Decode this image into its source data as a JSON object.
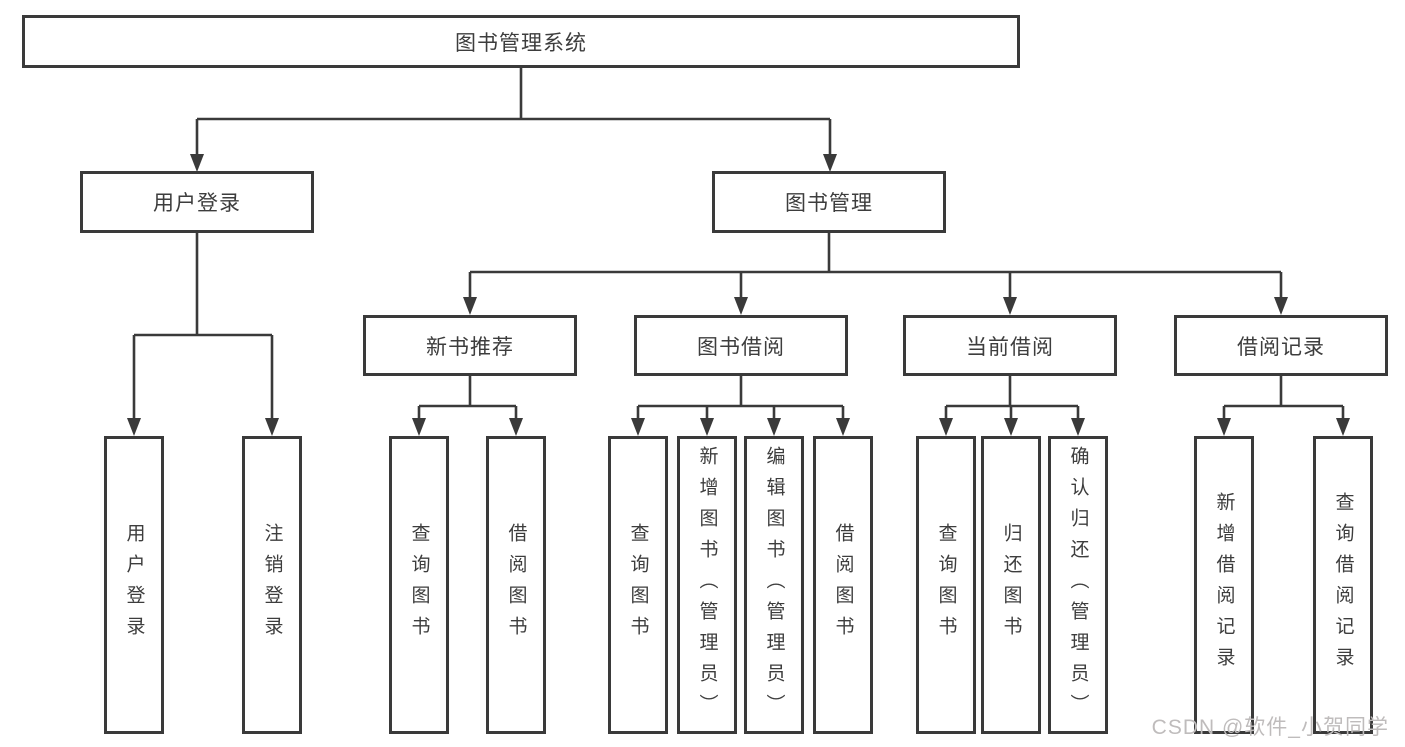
{
  "diagram": {
    "title": "图书管理系统",
    "root": {
      "label": "图书管理系统"
    },
    "level2": [
      {
        "id": "user-login",
        "label": "用户登录"
      },
      {
        "id": "book-management",
        "label": "图书管理"
      }
    ],
    "level3": [
      {
        "id": "new-book-recommend",
        "label": "新书推荐"
      },
      {
        "id": "book-borrowing",
        "label": "图书借阅"
      },
      {
        "id": "current-borrowing",
        "label": "当前借阅"
      },
      {
        "id": "borrowing-records",
        "label": "借阅记录"
      }
    ],
    "leaves": {
      "user_login": [
        "用户登录",
        "注销登录"
      ],
      "new_book_recommend": [
        "查询图书",
        "借阅图书"
      ],
      "book_borrowing": [
        "查询图书",
        "新增图书（管理员）",
        "编辑图书（管理员）",
        "借阅图书"
      ],
      "current_borrowing": [
        "查询图书",
        "归还图书",
        "确认归还（管理员）"
      ],
      "borrowing_records": [
        "新增借阅记录",
        "查询借阅记录"
      ]
    }
  },
  "watermark": {
    "text": "CSDN @软件_小贺同学"
  },
  "colors": {
    "line": "#3a3a3a",
    "box_border": "#3a3a3a",
    "text": "#3d3d3d",
    "watermark": "#bfbcbc",
    "background": "#ffffff"
  }
}
